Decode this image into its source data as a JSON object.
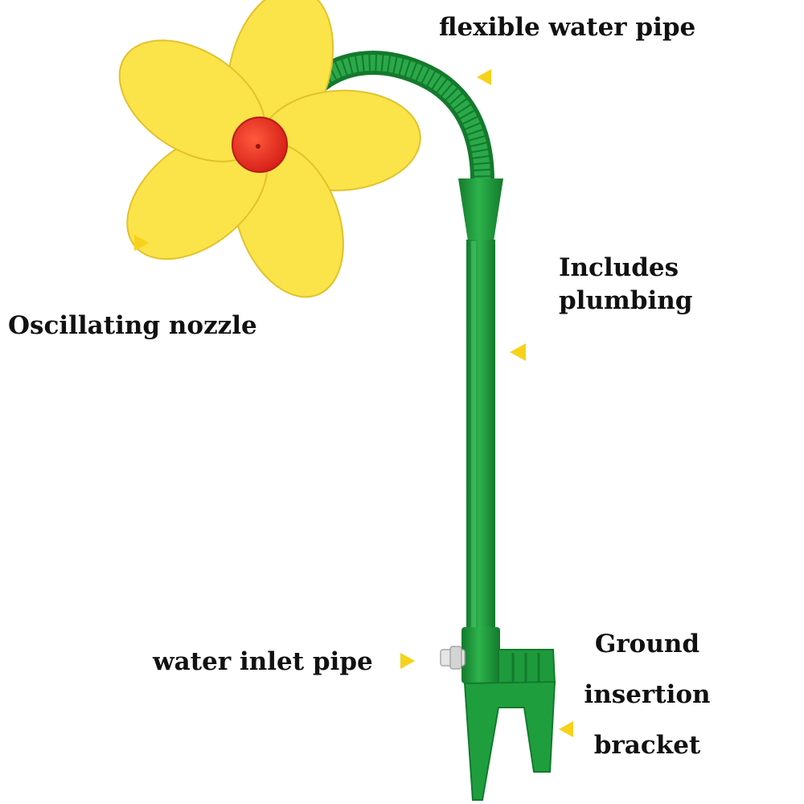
{
  "labels": {
    "flexible_pipe": "flexible water pipe",
    "nozzle": "Oscillating nozzle",
    "plumbing_line1": "Includes",
    "plumbing_line2": "plumbing",
    "inlet": "water inlet pipe",
    "bracket_line1": "Ground",
    "bracket_line2": "insertion",
    "bracket_line3": "bracket"
  },
  "colors": {
    "petal": "#FBE34A",
    "petal_edge": "#E8C92E",
    "center": "#F0301E",
    "stem": "#1E9A3C",
    "stem_dark": "#137A2C",
    "hose": "#1B8F36",
    "arrow": "#F7D21A"
  },
  "icons": [
    "arrow-right-icon",
    "arrow-left-icon"
  ]
}
